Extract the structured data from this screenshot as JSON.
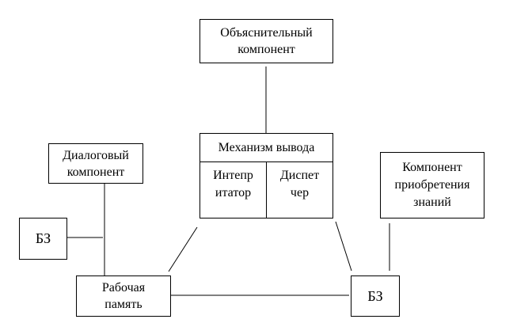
{
  "nodes": {
    "explanatory": "Объяснительный\nкомпонент",
    "inference_title": "Механизм вывода",
    "interpreter": "Интепр\nитатор",
    "dispatcher": "Диспет\nчер",
    "dialog": "Диалоговый\nкомпонент",
    "kb_left": "БЗ",
    "working_memory": "Рабочая\nпамять",
    "kb_right": "БЗ",
    "knowledge_acquisition": "Компонент\nприобретения\nзнаний"
  }
}
